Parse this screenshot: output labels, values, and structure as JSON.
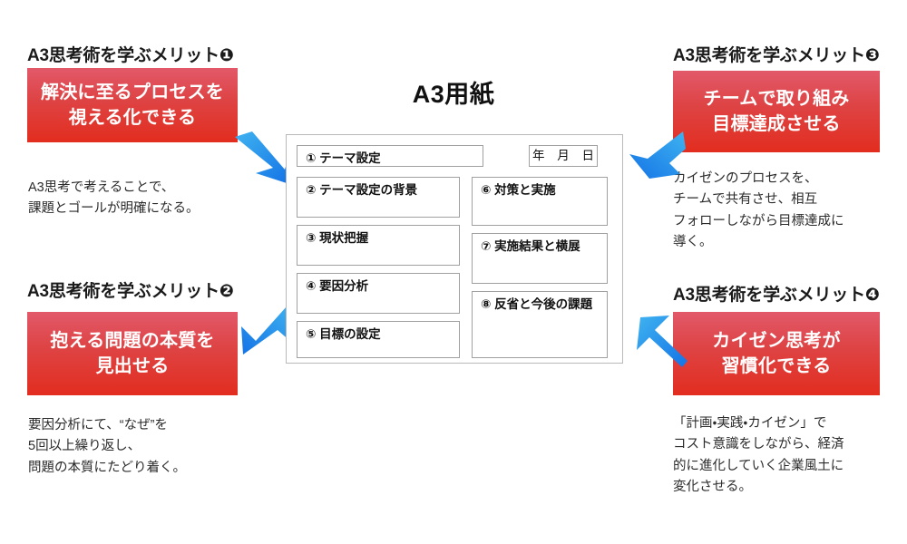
{
  "center": {
    "title": "A3用紙",
    "cells": [
      {
        "id": "theme",
        "label": "① テーマ設定"
      },
      {
        "id": "date",
        "label": "年 月 日"
      },
      {
        "id": "background",
        "label": "② テーマ設定の背景"
      },
      {
        "id": "current",
        "label": "③ 現状把握"
      },
      {
        "id": "factor",
        "label": "④ 要因分析"
      },
      {
        "id": "goal",
        "label": "⑤ 目標の設定"
      },
      {
        "id": "measures",
        "label": "⑥ 対策と実施"
      },
      {
        "id": "results",
        "label": "⑦ 実施結果と横展"
      },
      {
        "id": "reflection",
        "label": "⑧ 反省と今後の課題"
      }
    ]
  },
  "merits": [
    {
      "id": "merit-1",
      "heading": "A3思考術を学ぶメリット❶",
      "box_lines": [
        "解決に至るプロセスを",
        "視える化できる"
      ],
      "desc_lines": [
        "A3思考で考えることで、",
        "課題とゴールが明確になる。"
      ],
      "arrow": "arrow-down-right"
    },
    {
      "id": "merit-2",
      "heading": "A3思考術を学ぶメリット❷",
      "box_lines": [
        "抱える問題の本質を",
        "見出せる"
      ],
      "desc_lines": [
        "要因分析にて、“なぜ”を",
        "5回以上繰り返し、",
        "問題の本質にたどり着く。"
      ],
      "arrow": "arrow-up-right"
    },
    {
      "id": "merit-3",
      "heading": "A3思考術を学ぶメリット❸",
      "box_lines": [
        "チームで取り組み",
        "目標達成させる"
      ],
      "desc_lines": [
        "カイゼンのプロセスを、",
        "チームで共有させ、相互",
        "フォローしながら目標達成に",
        "導く。"
      ],
      "arrow": "arrow-down-left"
    },
    {
      "id": "merit-4",
      "heading": "A3思考術を学ぶメリット❹",
      "box_lines": [
        "カイゼン思考が",
        "習慣化できる"
      ],
      "desc_lines": [
        "「計画・実践・カイゼン」で",
        "コスト意識をしながら、経済",
        "的に進化していく企業風土に",
        "変化させる。"
      ],
      "arrow": "arrow-up-left"
    }
  ],
  "colors": {
    "banner_top": "#e2596a",
    "banner_bottom": "#e22d1f",
    "arrow_light": "#3fb3f0",
    "arrow_dark": "#1473e6",
    "text": "#1a1a1a",
    "cell_border": "#a0a0a0",
    "sheet_border": "#b9b9b9"
  }
}
